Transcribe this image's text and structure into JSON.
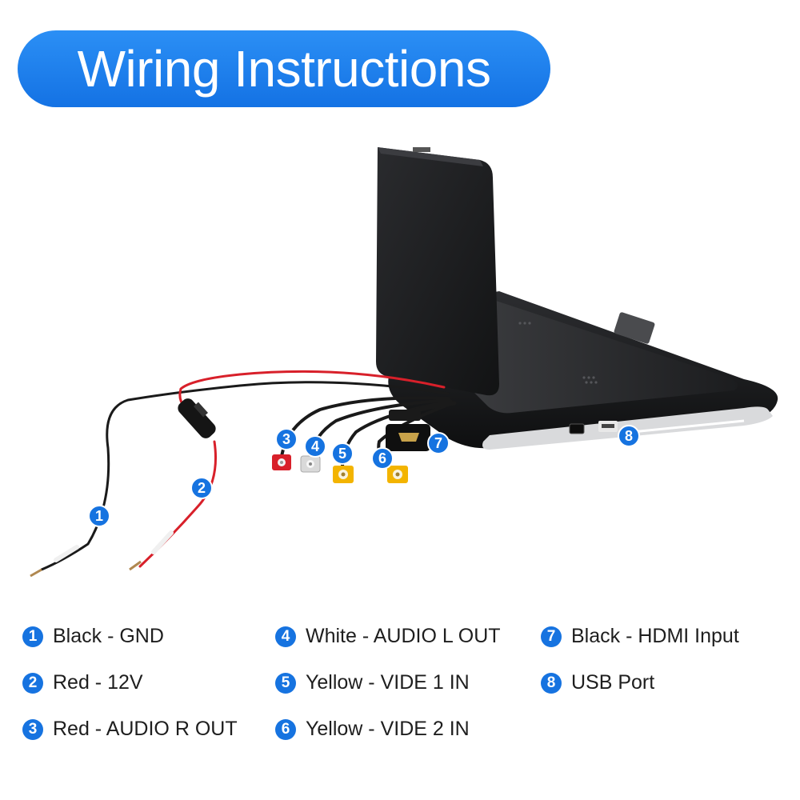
{
  "title": "Wiring Instructions",
  "colors": {
    "accent": "#1673e0",
    "title_bg": "#1d7eea",
    "red_wire": "#d8202a",
    "black_wire": "#1a1a1a",
    "yellow_rca": "#f3b400",
    "white_rca": "#d9d9d9"
  },
  "badges": [
    "1",
    "2",
    "3",
    "4",
    "5",
    "6",
    "7",
    "8"
  ],
  "legend": [
    {
      "num": "1",
      "label": "Black - GND"
    },
    {
      "num": "2",
      "label": "Red - 12V"
    },
    {
      "num": "3",
      "label": "Red - AUDIO R OUT"
    },
    {
      "num": "4",
      "label": "White - AUDIO L OUT"
    },
    {
      "num": "5",
      "label": "Yellow - VIDE 1 IN"
    },
    {
      "num": "6",
      "label": "Yellow - VIDE 2 IN"
    },
    {
      "num": "7",
      "label": "Black - HDMI Input"
    },
    {
      "num": "8",
      "label": "USB Port"
    }
  ]
}
